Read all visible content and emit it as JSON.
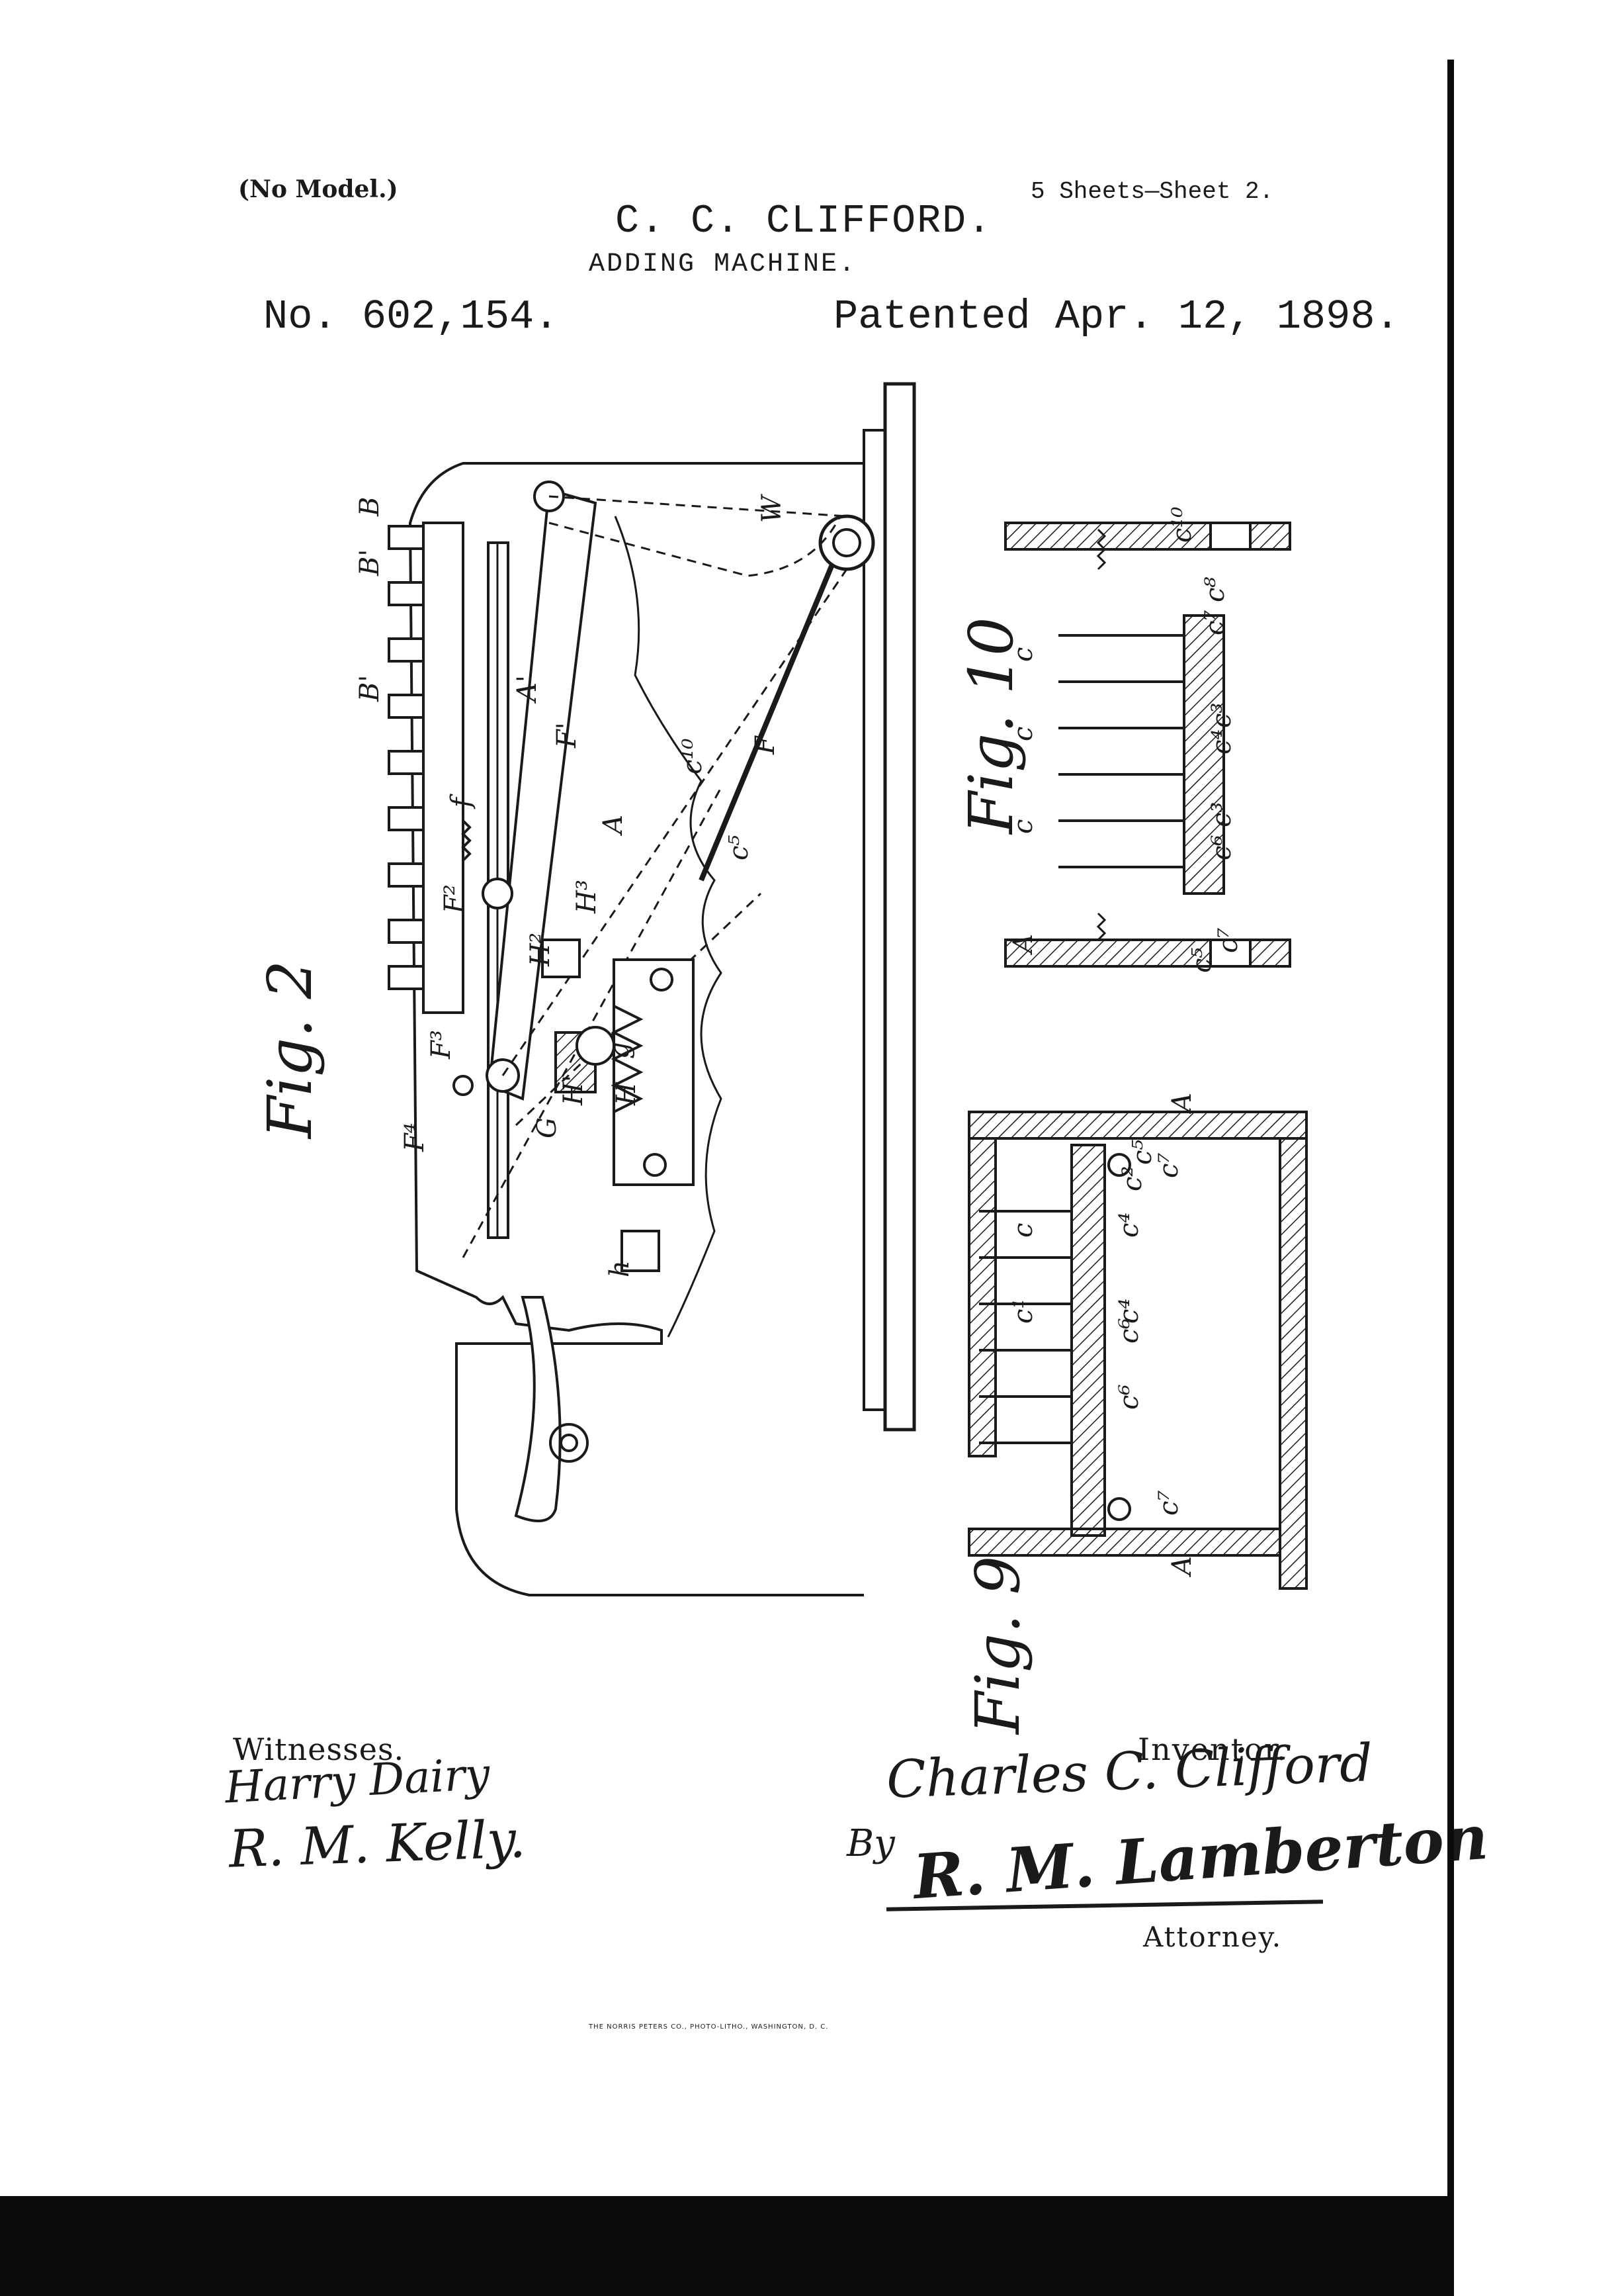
{
  "header": {
    "no_model": "(No Model.)",
    "sheets": "5 Sheets—Sheet 2.",
    "inventor_name": "C. C. CLIFFORD.",
    "title": "ADDING MACHINE.",
    "patent_number": "No. 602,154.",
    "patented_date": "Patented Apr. 12, 1898."
  },
  "figures": {
    "fig2_label": "Fig. 2",
    "fig9_label": "Fig. 9",
    "fig10_label": "Fig. 10",
    "fig2_letters": [
      "B",
      "B'",
      "B'",
      "A'",
      "F'",
      "F",
      "A",
      "W",
      "f",
      "F²",
      "F³",
      "F⁴",
      "G",
      "H",
      "H'",
      "H²",
      "H³",
      "g",
      "h",
      "c¹⁰",
      "c⁵"
    ],
    "fig9_letters": [
      "A",
      "c⁷",
      "c²",
      "c⁵",
      "c",
      "c⁴",
      "c¹",
      "c⁶",
      "c⁶",
      "c⁴",
      "c⁷",
      "A"
    ],
    "fig10_letters": [
      "c¹⁰",
      "c⁸",
      "c⁷",
      "c",
      "c",
      "c",
      "c³",
      "c³",
      "c⁴",
      "c⁶",
      "A",
      "c⁵",
      "c⁷"
    ]
  },
  "footer": {
    "witnesses_label": "Witnesses.",
    "inventor_label": "Inventor.",
    "attorney_label": "Attorney.",
    "printer_line": "THE NORRIS PETERS CO., PHOTO-LITHO., WASHINGTON, D. C."
  },
  "signatures": {
    "witness_1": "Harry Dairy",
    "witness_2": "R. M. Kelly.",
    "inventor": "Charles C. Clifford",
    "by": "By",
    "attorney": "R. M. Lamberton"
  },
  "colors": {
    "ink": "#1a1a1a",
    "paper": "#ffffff",
    "scan_edge": "#0b0b0b"
  }
}
